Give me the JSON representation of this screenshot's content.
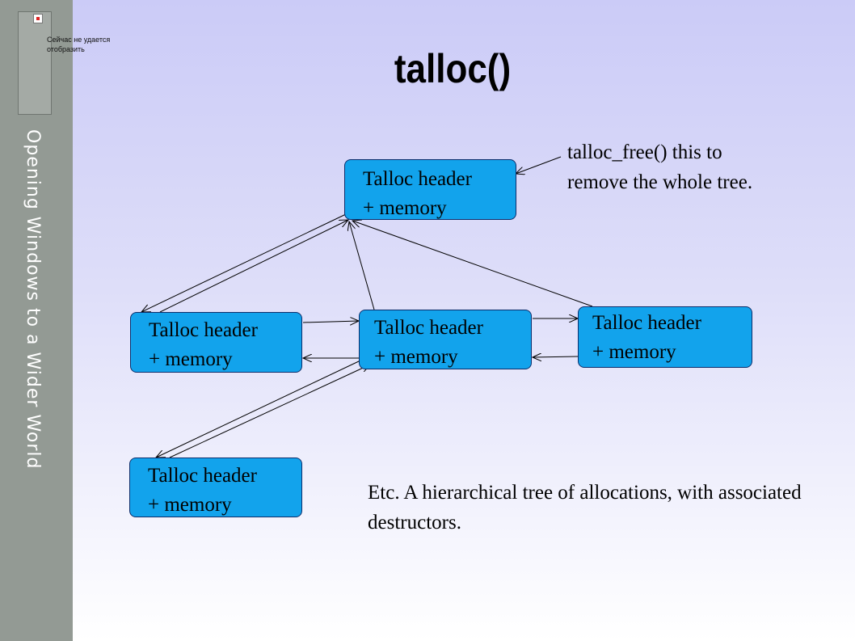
{
  "slide": {
    "title": "talloc()",
    "sidebar_tagline": "Opening Windows to a Wider World",
    "broken_image_text": "Сейчас не удается отобразить",
    "broken_image_icon": "broken-image-icon"
  },
  "nodes": {
    "root": {
      "line1": "Talloc header",
      "line2": "+ memory"
    },
    "left": {
      "line1": "Talloc header",
      "line2": "+ memory"
    },
    "middle": {
      "line1": "Talloc header",
      "line2": "+ memory"
    },
    "right": {
      "line1": "Talloc header",
      "line2": "+ memory"
    },
    "bottom": {
      "line1": "Talloc header",
      "line2": "+ memory"
    }
  },
  "annotations": {
    "free_note": "talloc_free() this to remove the whole tree.",
    "summary": "Etc. A hierarchical tree of allocations, with associated destructors."
  },
  "colors": {
    "node_fill": "#12a3ec",
    "node_border": "#0c2d6b",
    "sidebar": "#939a94",
    "background_top": "#cbcbf7"
  }
}
